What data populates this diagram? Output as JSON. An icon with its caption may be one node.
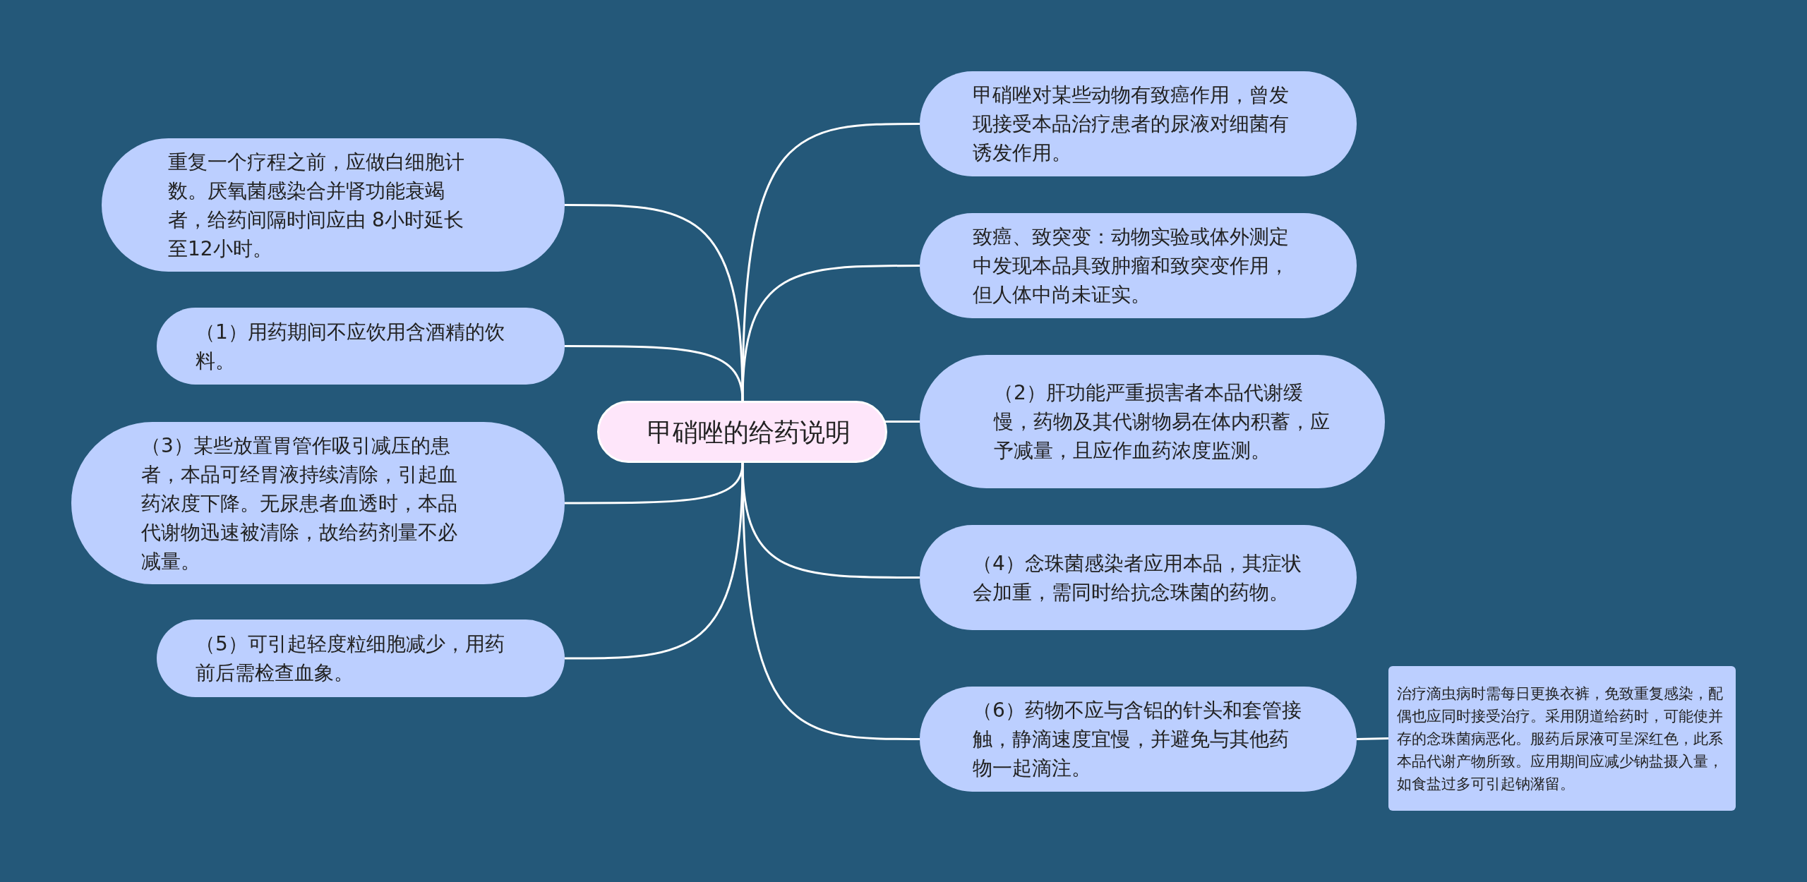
{
  "diagram": {
    "nodes": [
      {
        "text": [
          "甲硝唑的给药说明"
        ]
      },
      {
        "text": [
          "甲硝唑对某些动物有致癌作用，曾发现接受本品治疗患者的尿液对细菌有诱发作用。"
        ]
      },
      {
        "text": [
          "致癌、致突变：动物实验或体外测定中发现本品具致肿瘤和致突变作用，但人体中尚未证实。"
        ]
      },
      {
        "text": [
          "（2）肝功能严重损害者本品代谢缓慢，药物及其代谢物易在体内积蓄，应予减量，且应作血药浓度监测。"
        ]
      },
      {
        "text": [
          "（4）念珠菌感染者应用本品，其症状会加重，需同时给抗念珠菌的药物。"
        ]
      },
      {
        "text": [
          "（6）药物不应与含铝的针头和套管接触，静滴速度宜慢，并避免与其他药物一起滴注。"
        ]
      },
      {
        "text": [
          "治疗滴虫病时需每日更换衣裤，免致重复感染，配偶也应同时接受治疗。采用阴道给药时，可能使并存的念珠菌病恶化。服药后尿液可呈深红色，此系本品代谢产物所致。应用期间应减少钠盐摄入量，如食盐过多可引起钠潴留。"
        ]
      },
      {
        "text": [
          "重复一个疗程之前，应做白细胞计数。厌氧菌感染合并肾功能衰竭者，给药间隔时间应由 8小时延长至12小时。"
        ]
      },
      {
        "text": [
          "（1）用药期间不应饮用含酒精的饮料。"
        ]
      },
      {
        "text": [
          "（3）某些放置胃管作吸引减压的患者，本品可经胃液持续清除，引起血药浓度下降。无尿患者血透时，本品代谢物迅速被清除，故给药剂量不必减量。"
        ]
      },
      {
        "text": [
          "（5）可引起轻度粒细胞减少，用药前后需检查血象。"
        ]
      }
    ],
    "edges": [
      {
        "from": 0,
        "to": 1,
        "arrow": "none"
      },
      {
        "from": 0,
        "to": 2,
        "arrow": "none"
      },
      {
        "from": 0,
        "to": 3,
        "arrow": "none"
      },
      {
        "from": 0,
        "to": 4,
        "arrow": "none"
      },
      {
        "from": 0,
        "to": 5,
        "arrow": "none"
      },
      {
        "from": 5,
        "to": 6,
        "arrow": "none"
      },
      {
        "from": 0,
        "to": 7,
        "arrow": "none"
      },
      {
        "from": 0,
        "to": 8,
        "arrow": "none"
      },
      {
        "from": 0,
        "to": 9,
        "arrow": "none"
      },
      {
        "from": 0,
        "to": 10,
        "arrow": "none"
      }
    ]
  }
}
